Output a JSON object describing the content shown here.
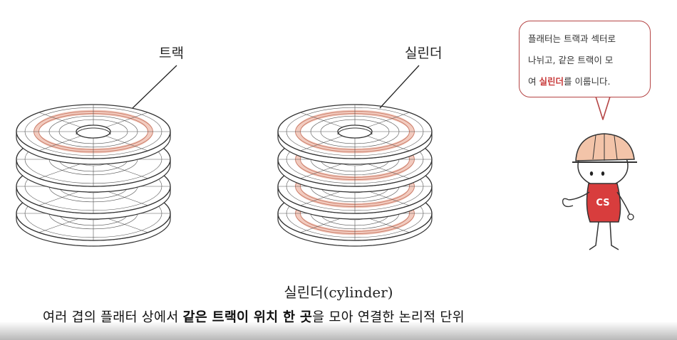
{
  "labels": {
    "track": "트랙",
    "cylinder": "실린더"
  },
  "speech_bubble": {
    "line1": "플래터는 트랙과 섹터로",
    "line2": "나뉘고, 같은 트랙이 모",
    "line3_prefix": "여 ",
    "line3_highlight": "실린더",
    "line3_suffix": "를 이룹니다."
  },
  "character": {
    "badge": "CS"
  },
  "caption": {
    "title": "실린더(cylinder)",
    "def_part1": "여러 겹의 플래터 상에서 ",
    "def_bold": "같은 트랙이 위치 한 곳",
    "def_part2": "을 모아 연결한 논리적 단위"
  },
  "colors": {
    "track_fill": "#f2cbbf",
    "track_stroke": "#c97a66",
    "bubble_border": "#b54545",
    "highlight_text": "#c83a3a",
    "helmet": "#f3c4a9",
    "shirt": "#d83d3d"
  }
}
